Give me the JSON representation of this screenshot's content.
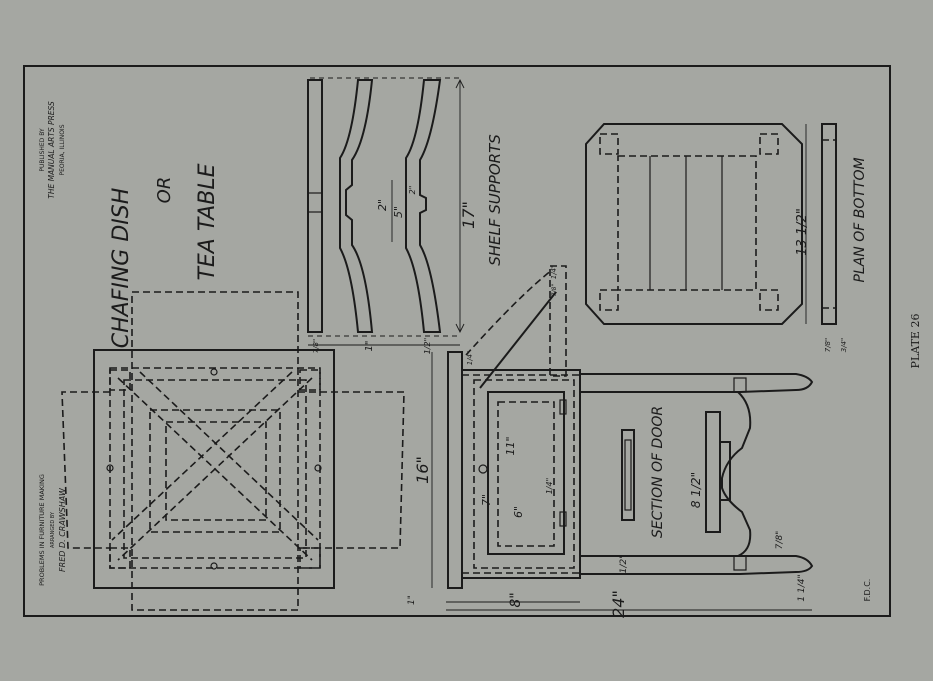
{
  "title": {
    "line1": "CHAFING DISH",
    "line2": "OR",
    "line3": "TEA TABLE"
  },
  "publisher": {
    "line1": "PUBLISHED BY",
    "line2": "THE MANUAL ARTS PRESS",
    "line3": "PEORIA, ILLINOIS"
  },
  "series": {
    "line1": "PROBLEMS IN FURNITURE MAKING",
    "line2": "ARRANGED BY",
    "line3": "FRED D. CRAWSHAW"
  },
  "views": {
    "shelf_supports": "SHELF SUPPORTS",
    "section_of_door": "SECTION OF DOOR",
    "plan_of_bottom": "PLAN OF BOTTOM"
  },
  "dimensions": {
    "d_17": "17\"",
    "d_5": "5\"",
    "d_2a": "2\"",
    "d_2b": "2\"",
    "d_1_top": "1\"",
    "d_7_8_top": "7/8\"",
    "d_1_4_top": "1/4\"",
    "d_1_2_top": "1/2\"",
    "d_16": "16\"",
    "d_1_left": "1\"",
    "d_8": "8\"",
    "d_24": "24\"",
    "d_1_4_a": "1/4\"",
    "d_1_4_b": "1/4\"",
    "d_7_8_bot": "7/8\"",
    "d_1_2_door": "1/2\"",
    "d_11": "11\"",
    "d_7": "7\"",
    "d_6": "6\"",
    "d_1_4_door": "1/4\"",
    "d_8_1_2": "8 1/2\"",
    "d_7_8_foot": "7/8\"",
    "d_1_1_4": "1 1/4\"",
    "d_13_1_2": "13 1/2\"",
    "d_7_8_bottom": "7/8\"",
    "d_3_4_bottom": "3/4\""
  },
  "initials": "F.D.C.",
  "plate_label": "PLATE 26"
}
